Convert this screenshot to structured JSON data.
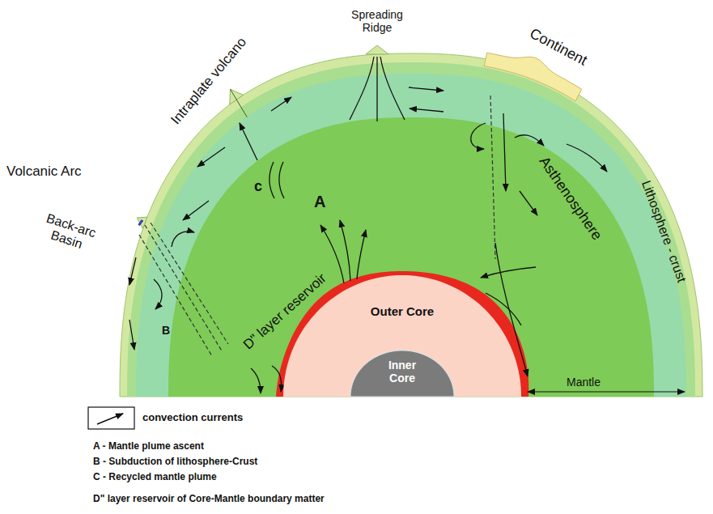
{
  "diagram": {
    "nodes": [
      {
        "text": [
          "Outer Core"
        ]
      },
      {
        "text": [
          "Inner Core"
        ],
        "in": 0
      }
    ],
    "labels": [
      "Spreading Ridge",
      "Intraplate volcano",
      "Continent",
      "Volcanic Arc",
      "Back-arc Basin",
      "Asthenosphere",
      "Lithosphere - crust",
      "c",
      "A",
      "D\" layer reservoir",
      "B",
      "Mantle",
      "A - Mantle plume ascent",
      "B - Subduction of lithosphere-Crust",
      "C - Recycled mantle plume",
      "D\" layer reservoir of Core-Mantle boundary matter"
    ],
    "legend": [
      {
        "text": "convection currents"
      }
    ]
  }
}
